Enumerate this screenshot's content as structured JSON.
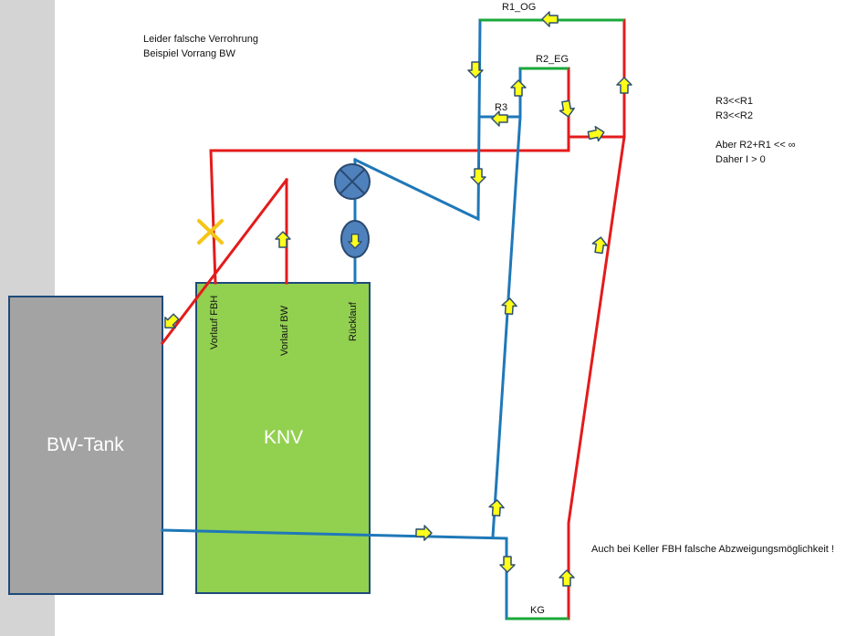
{
  "note": {
    "line1": "Leider  falsche Verrohrung",
    "line2": "Beispiel Vorrang BW"
  },
  "tank": {
    "label": "BW-Tank"
  },
  "knv": {
    "label": "KNV",
    "port1": "Vorlauf FBH",
    "port2": "Vorlauf BW",
    "port3": "Rücklauf"
  },
  "resistors": {
    "r1": "R1_OG",
    "r2": "R2_EG",
    "r3": "R3",
    "kg": "KG"
  },
  "right_note": {
    "l1": "R3<<R1",
    "l2": "R3<<R2",
    "l3": "Aber  R2+R1 << ∞",
    "l4": "Daher I > 0"
  },
  "bottom_note": "Auch bei Keller FBH falsche Abzweigungsmöglichkeit !",
  "colors": {
    "red": "#e41b1b",
    "blue": "#1f78b8",
    "green": "#1aa83a",
    "arrow": "#ffff1a",
    "tank": "#a3a3a3",
    "knv": "#92d050",
    "device": "#4f81bd"
  }
}
